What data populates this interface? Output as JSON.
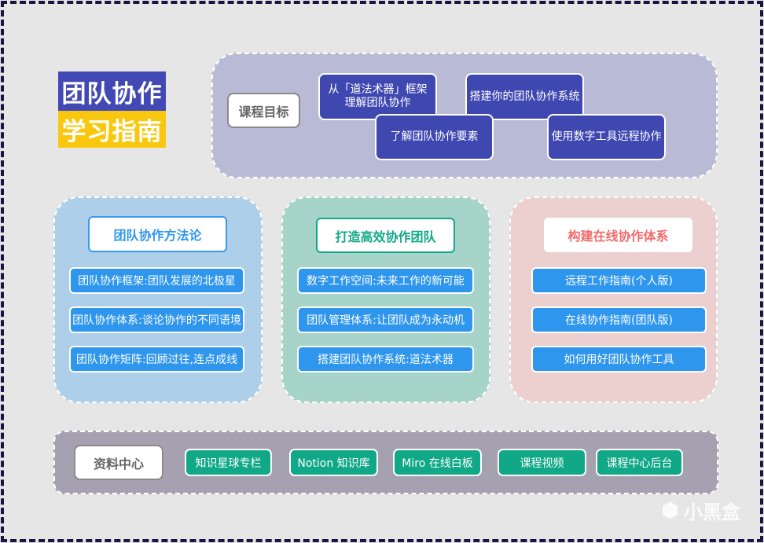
{
  "title": {
    "line1": "团队协作",
    "line2": "学习指南"
  },
  "goals": {
    "label": "课程目标",
    "items": [
      "从「道法术器」框架理解团队协作",
      "搭建你的团队协作系统",
      "了解团队协作要素",
      "使用数字工具远程协作"
    ]
  },
  "sections": [
    {
      "heading": "团队协作方法论",
      "items": [
        "团队协作框架:团队发展的北极星",
        "团队协作体系:谈论协作的不同语境",
        "团队协作矩阵:回顾过往,连点成线"
      ]
    },
    {
      "heading": "打造高效协作团队",
      "items": [
        "数字工作空间:未来工作的新可能",
        "团队管理体系:让团队成为永动机",
        "搭建团队协作系统:道法术器"
      ]
    },
    {
      "heading": "构建在线协作体系",
      "items": [
        "远程工作指南(个人版)",
        "在线协作指南(团队版)",
        "如何用好团队协作工具"
      ]
    }
  ],
  "resources": {
    "label": "资料中心",
    "items": [
      "知识星球专栏",
      "Notion 知识库",
      "Miro 在线白板",
      "课程视频",
      "课程中心后台"
    ]
  },
  "watermark": "小黑盒",
  "colors": {
    "purple": "#4349b4",
    "yellow": "#f9c80e",
    "blue": "#2f96ee",
    "teal": "#10a887",
    "pink": "#f26b6b"
  }
}
